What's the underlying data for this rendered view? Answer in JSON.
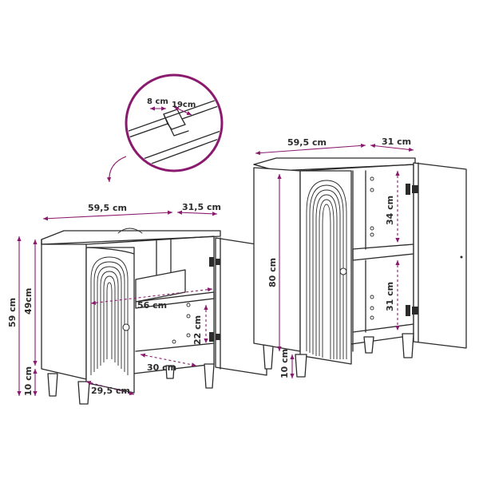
{
  "colors": {
    "dimension": "#8a1a6e",
    "outline": "#2b2b2b"
  },
  "detail": {
    "d1": "8 cm",
    "d2": "19cm"
  },
  "sink_cabinet": {
    "width": "59,5 cm",
    "depth": "31,5 cm",
    "height": "59 cm",
    "body_height": "49cm",
    "leg_height": "10 cm",
    "inner_width": "56 cm",
    "shelf_height": "22 cm",
    "inner_depth": "30 cm",
    "bottom_depth": "29,5 cm"
  },
  "tall_cabinet": {
    "width": "59,5 cm",
    "depth": "31 cm",
    "height": "80 cm",
    "leg_height": "10 cm",
    "upper_compartment": "34 cm",
    "lower_compartment": "31 cm"
  }
}
